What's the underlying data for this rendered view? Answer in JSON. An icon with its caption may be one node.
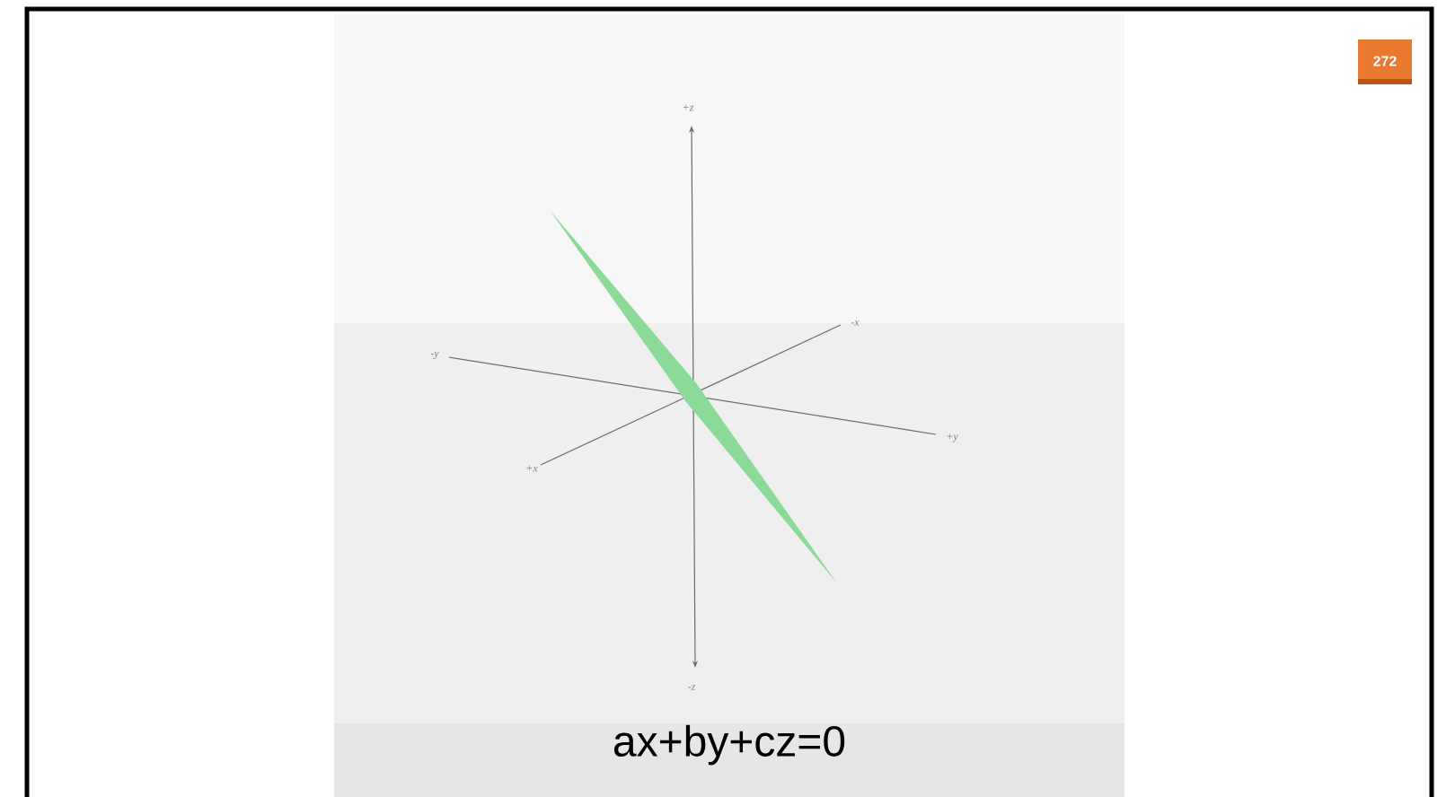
{
  "diagram": {
    "caption": "ax+by+cz=0",
    "labels": [
      "272",
      "+z",
      "-x",
      "-y",
      "+y",
      "+x",
      "-z"
    ]
  }
}
